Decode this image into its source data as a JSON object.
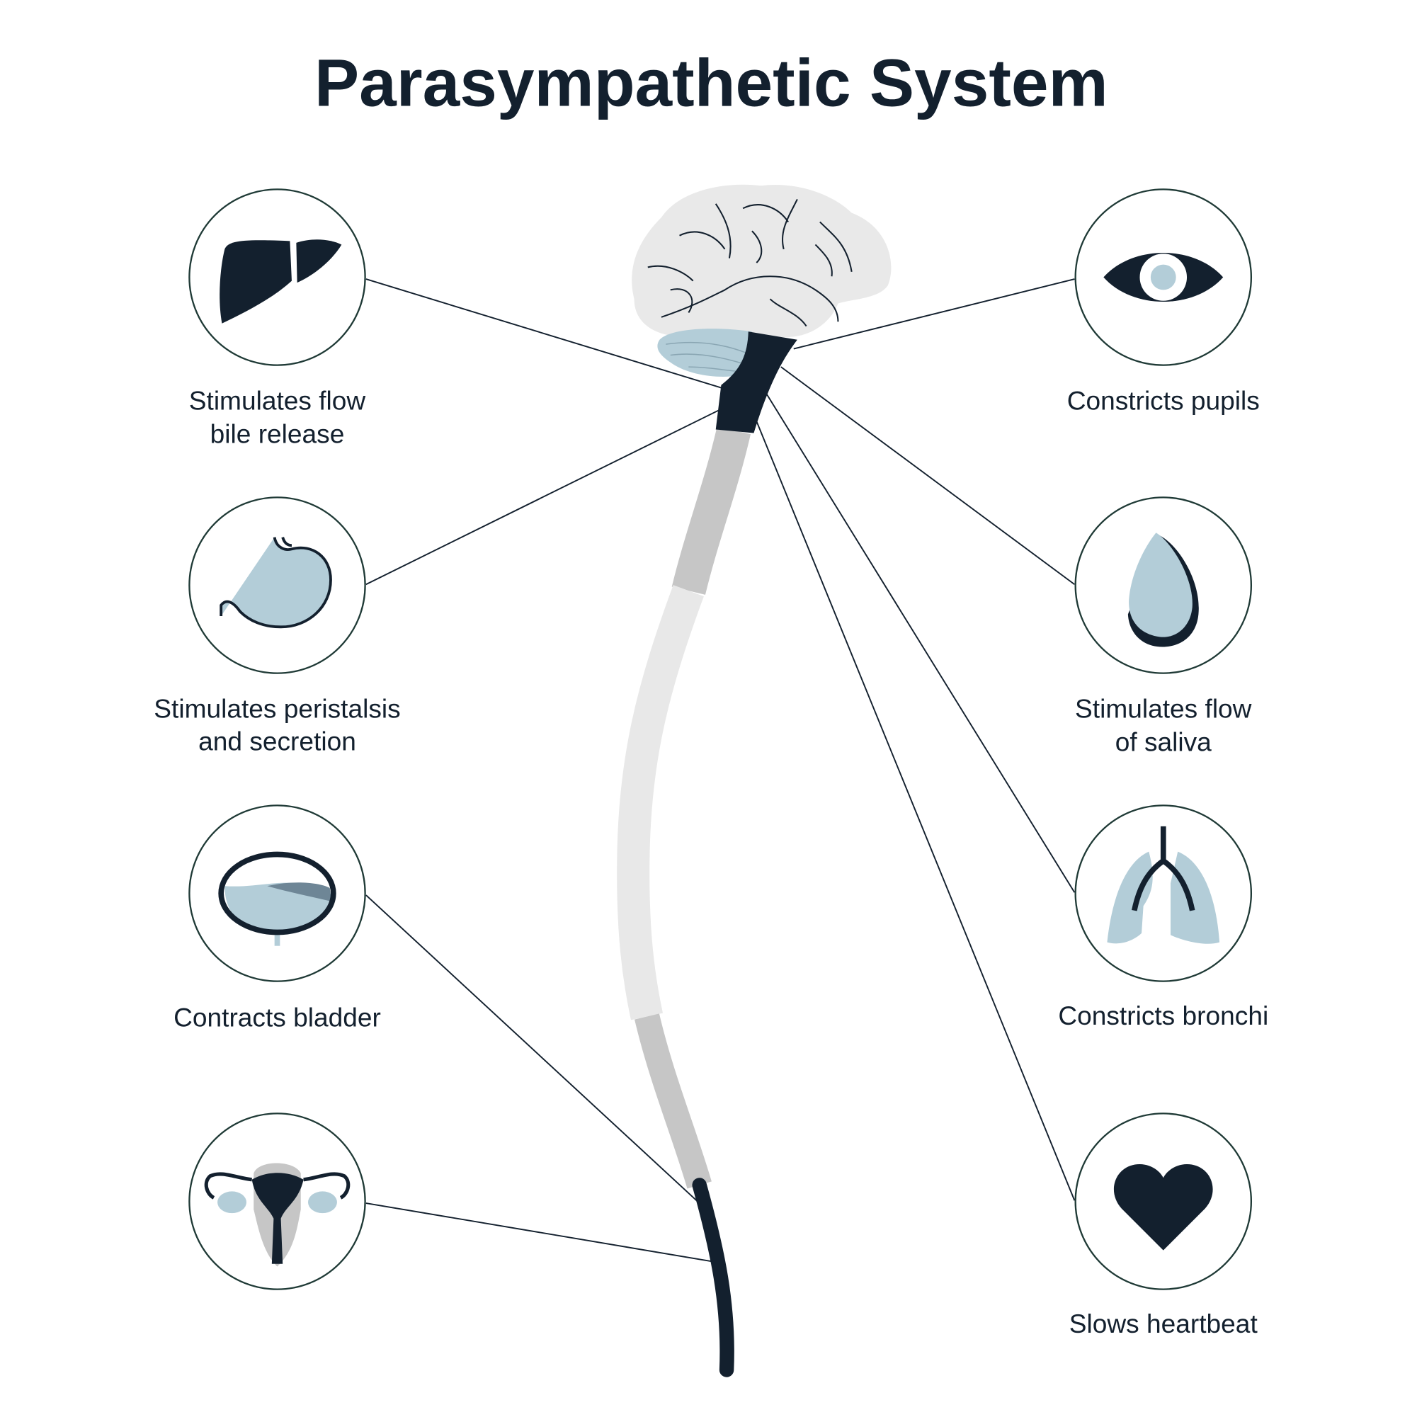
{
  "title": "Parasympathetic System",
  "colors": {
    "dark": "#13202e",
    "accent": "#b3cdd8",
    "gray": "#c6c6c6",
    "light_gray": "#e8e8e8"
  },
  "organs": {
    "liver": {
      "icon": "liver-icon",
      "line1": "Stimulates flow",
      "line2": "bile release"
    },
    "stomach": {
      "icon": "stomach-icon",
      "line1": "Stimulates peristalsis",
      "line2": "and secretion"
    },
    "bladder": {
      "icon": "bladder-icon",
      "line1": "Contracts bladder"
    },
    "uterus": {
      "icon": "uterus-icon"
    },
    "eye": {
      "icon": "eye-icon",
      "line1": "Constricts pupils"
    },
    "saliva": {
      "icon": "saliva-drop-icon",
      "line1": "Stimulates flow",
      "line2": "of saliva"
    },
    "lungs": {
      "icon": "lungs-icon",
      "line1": "Constricts bronchi"
    },
    "heart": {
      "icon": "heart-icon",
      "line1": "Slows heartbeat"
    }
  }
}
